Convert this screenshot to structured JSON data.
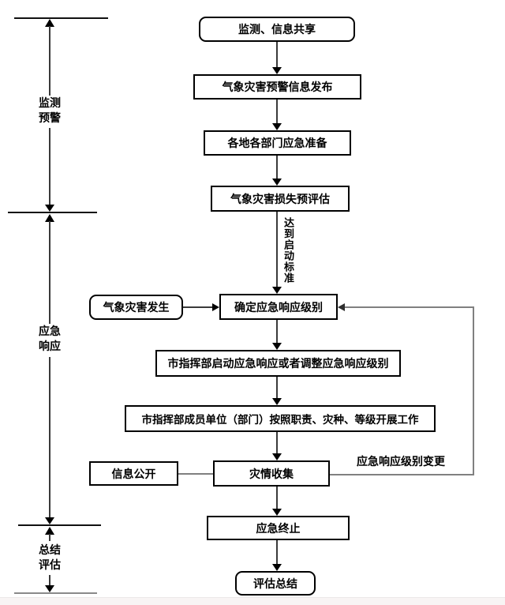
{
  "stages": [
    {
      "line1": "监测",
      "line2": "预警"
    },
    {
      "line1": "应急",
      "line2": "响应"
    },
    {
      "line1": "总结",
      "line2": "评估"
    }
  ],
  "boxes": {
    "monitor_share": "监测、信息共享",
    "warning_release": "气象灾害预警信息发布",
    "local_prep": "各地各部门应急准备",
    "loss_preassess": "气象灾害损失预评估",
    "disaster_occur": "气象灾害发生",
    "determine_level": "确定应急响应级别",
    "start_adjust": "市指挥部启动应急响应或者调整应急响应级别",
    "members_work": "市指挥部成员单位（部门）按照职责、灾种、等级开展工作",
    "info_public": "信息公开",
    "collect": "灾情收集",
    "terminate": "应急终止",
    "evaluate": "评估总结"
  },
  "edge_labels": {
    "threshold": "达到启动标准",
    "level_change": "应急响应级别变更"
  },
  "colors": {
    "box_border": "#000000",
    "connector": "#3a3a3a",
    "feedback_line": "#808080",
    "background": "#ffffff"
  }
}
